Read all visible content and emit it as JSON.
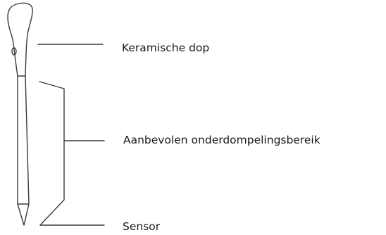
{
  "labels": {
    "cap": "Keramische dop",
    "immersion_range": "Aanbevolen onderdompelingsbereik",
    "sensor": "Sensor"
  },
  "colors": {
    "line": "#3a3a3a",
    "text": "#1a1a1a",
    "background": "#ffffff"
  }
}
